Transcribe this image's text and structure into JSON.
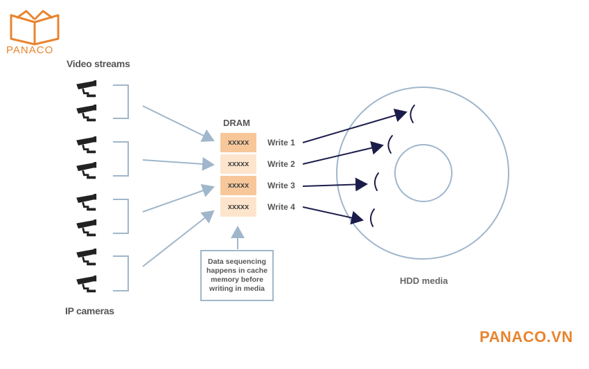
{
  "logo": {
    "text": "PANACO",
    "color": "#e8842f"
  },
  "labels": {
    "video_streams": "Video streams",
    "ip_cameras": "IP cameras",
    "dram": "DRAM",
    "hdd_media": "HDD media"
  },
  "dram_cells": [
    "xxxxx",
    "xxxxx",
    "xxxxx",
    "xxxxx"
  ],
  "writes": [
    "Write 1",
    "Write 2",
    "Write 3",
    "Write 4"
  ],
  "note": "Data sequencing happens in cache memory before writing in media",
  "brand": "PANACO.VN",
  "colors": {
    "accent": "#e8842f",
    "arrow_light": "#9fb6cb",
    "arrow_dark": "#1c1c4a",
    "cell_dark": "#f7c79a",
    "cell_light": "#fde4cc"
  },
  "icons": [
    "book-logo-icon",
    "cctv-camera-icon"
  ]
}
